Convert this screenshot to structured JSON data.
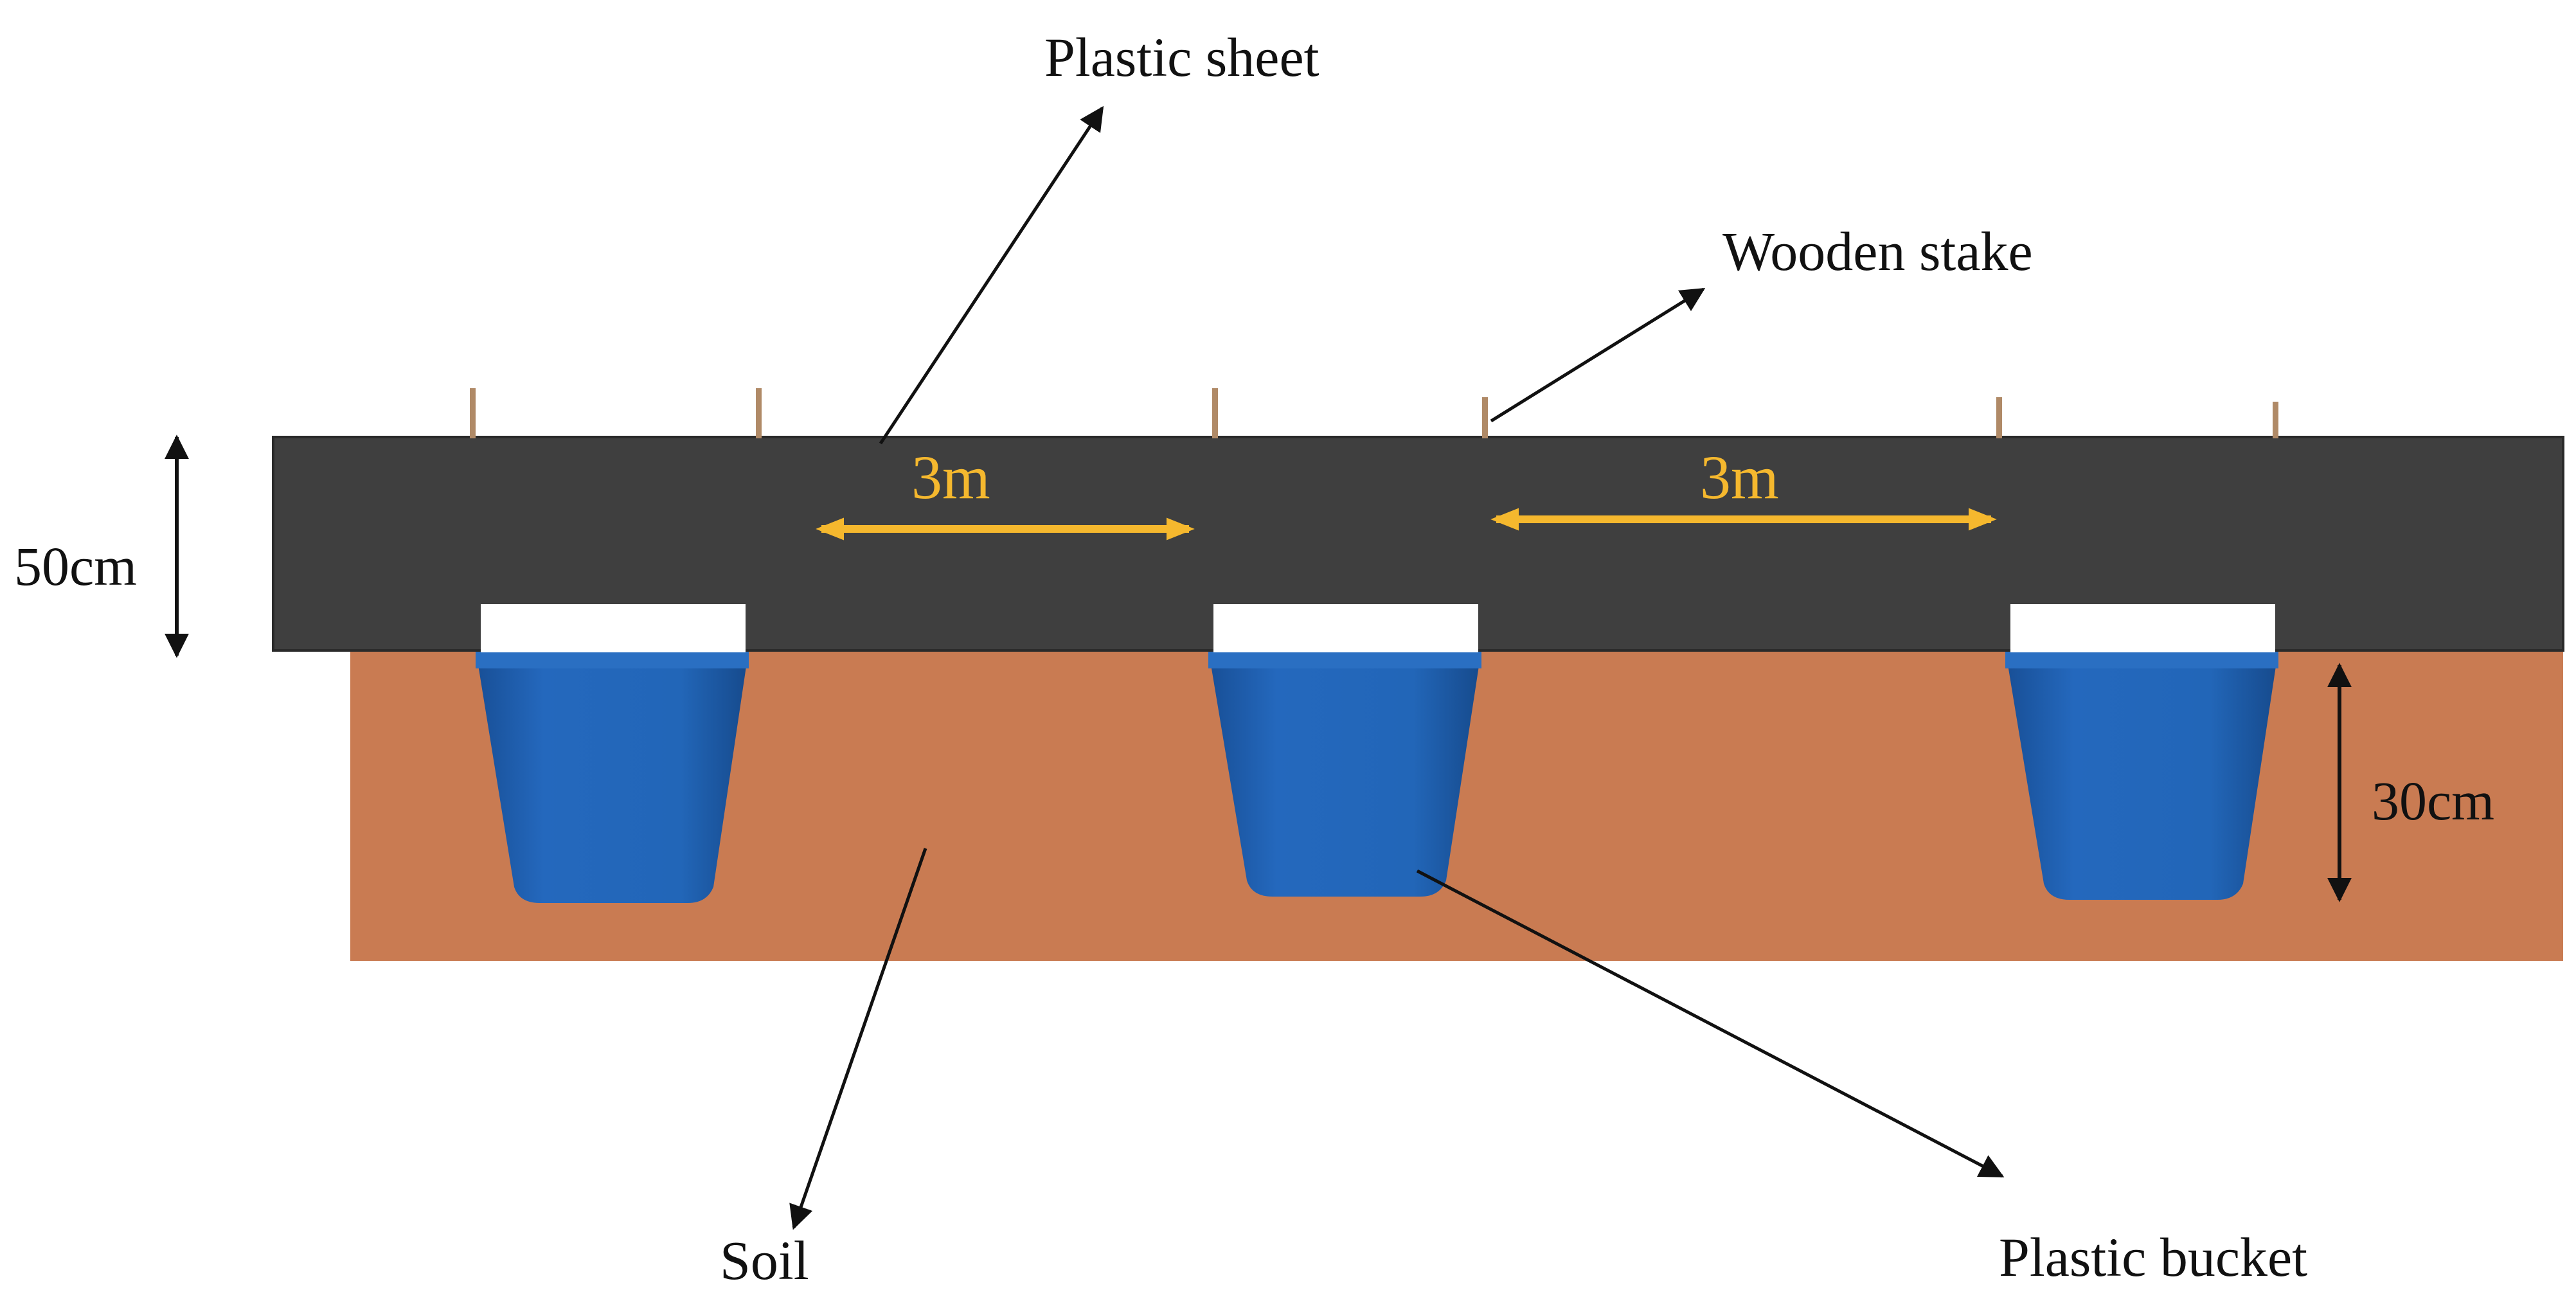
{
  "labels": {
    "plastic_sheet": "Plastic sheet",
    "wooden_stake": "Wooden stake",
    "soil": "Soil",
    "plastic_bucket": "Plastic bucket"
  },
  "dimensions": {
    "sheet_height": "50cm",
    "bucket_depth": "30cm",
    "spacing_left": "3m",
    "spacing_right": "3m"
  },
  "colors": {
    "sheet": "#3f3f3f",
    "soil": "#c97b52",
    "bucket": "#1f5fb0",
    "bucket_rim": "#ffffff",
    "stake": "#b08a67",
    "dimension_arrow": "#f5b82e",
    "leader_line": "#111111"
  },
  "counts": {
    "buckets": 3,
    "stakes": 6
  }
}
